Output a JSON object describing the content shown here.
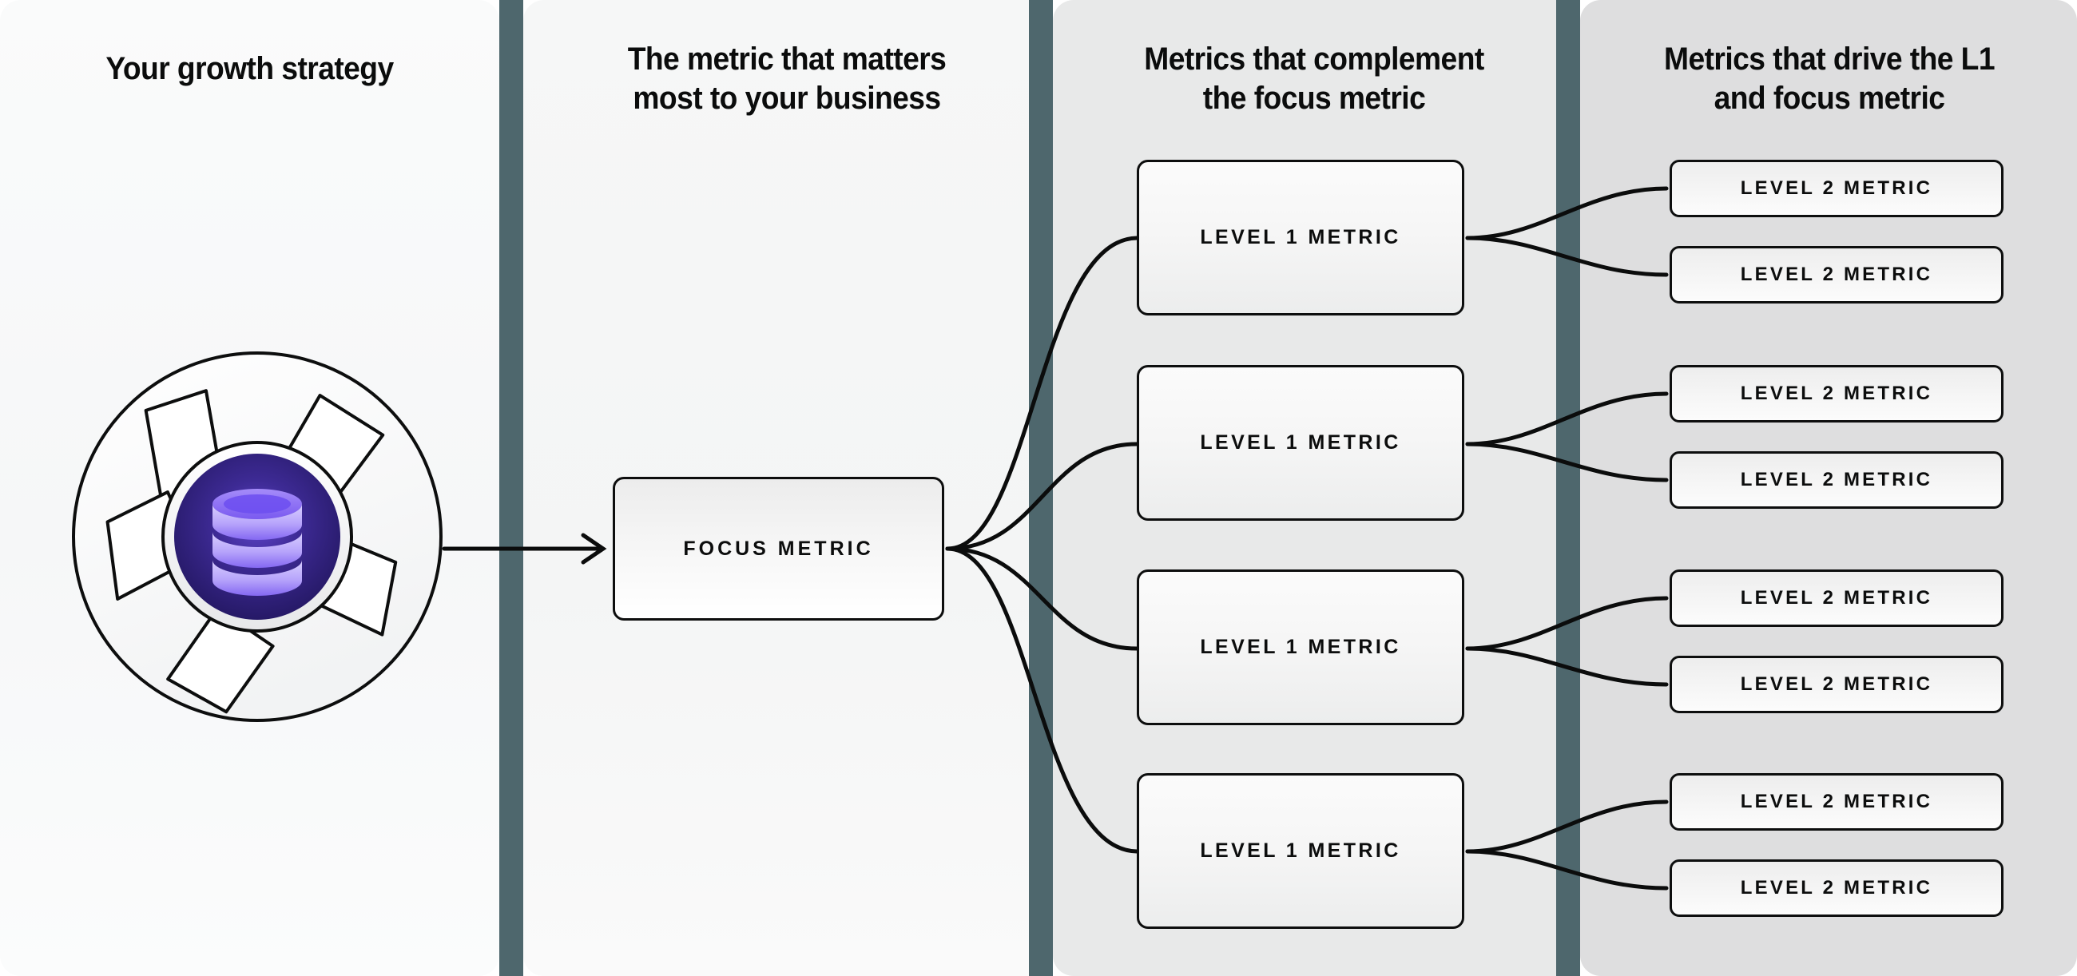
{
  "diagram": {
    "title": "Metric tree / growth strategy framework",
    "columns": [
      {
        "id": "col-strategy",
        "heading": "Your growth strategy"
      },
      {
        "id": "col-focus",
        "heading": "The metric that matters\nmost to your business"
      },
      {
        "id": "col-level1",
        "heading": "Metrics that complement\nthe focus metric"
      },
      {
        "id": "col-level2",
        "heading": "Metrics that drive the L1\nand focus metric"
      }
    ],
    "column_headings": {
      "strategy": "Your growth strategy",
      "focus_line1": "The metric that matters",
      "focus_line2": "most to your business",
      "level1_line1": "Metrics that complement",
      "level1_line2": "the focus metric",
      "level2_line1": "Metrics that drive the L1",
      "level2_line2": "and focus metric"
    },
    "emblem": {
      "name": "growth-strategy-emblem",
      "icon": "database-icon",
      "description": "Pinwheel circle with a purple gradient core containing a stacked database icon"
    },
    "focus_metric": {
      "label": "FOCUS METRIC"
    },
    "level1_metrics": [
      {
        "label": "LEVEL 1 METRIC"
      },
      {
        "label": "LEVEL 1 METRIC"
      },
      {
        "label": "LEVEL 1 METRIC"
      },
      {
        "label": "LEVEL 1 METRIC"
      }
    ],
    "level2_metrics": [
      {
        "label": "LEVEL 2 METRIC"
      },
      {
        "label": "LEVEL 2 METRIC"
      },
      {
        "label": "LEVEL 2 METRIC"
      },
      {
        "label": "LEVEL 2 METRIC"
      },
      {
        "label": "LEVEL 2 METRIC"
      },
      {
        "label": "LEVEL 2 METRIC"
      },
      {
        "label": "LEVEL 2 METRIC"
      },
      {
        "label": "LEVEL 2 METRIC"
      }
    ],
    "colors": {
      "divider": "#4e676d",
      "panel_1": "#f8f9f9",
      "panel_2": "#f5f6f6",
      "panel_3": "#e8e9e9",
      "panel_4": "#dededf",
      "box_border": "#0d0e0e",
      "text": "#0b0c0c",
      "core_purple_dark": "#241a5e",
      "core_purple_light": "#5b3fd6",
      "db_icon_light": "#c9bdfb",
      "db_icon_mid": "#7d5df5"
    }
  }
}
